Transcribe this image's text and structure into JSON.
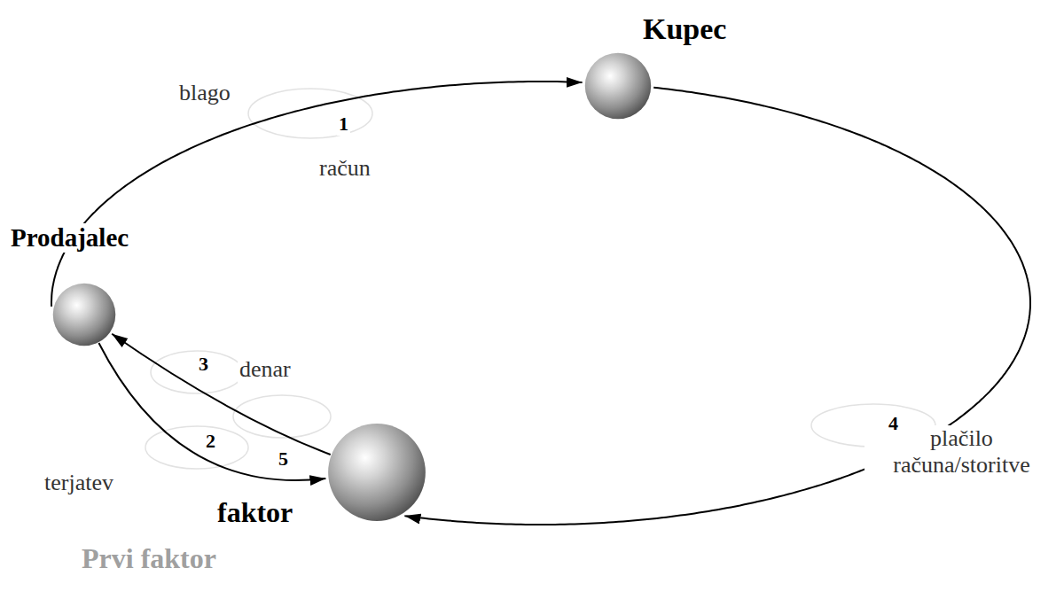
{
  "diagram": {
    "nodes": [
      {
        "text": [
          "Kupec"
        ]
      },
      {
        "text": [
          "Prodajalec"
        ]
      },
      {
        "text": [
          "faktor"
        ]
      }
    ],
    "edges": [
      {
        "from": 1,
        "to": 0,
        "arrow": "to",
        "label": "1"
      },
      {
        "from": 1,
        "to": 2,
        "arrow": "to",
        "label": "2"
      },
      {
        "from": 2,
        "to": 1,
        "arrow": "to",
        "label": "3"
      },
      {
        "from": 0,
        "to": 2,
        "arrow": "to",
        "label": "4"
      }
    ],
    "labels": [
      "blago",
      "račun",
      "denar",
      "5",
      "terjatev",
      "plačilo računa/storitve",
      "Prvi faktor"
    ]
  }
}
